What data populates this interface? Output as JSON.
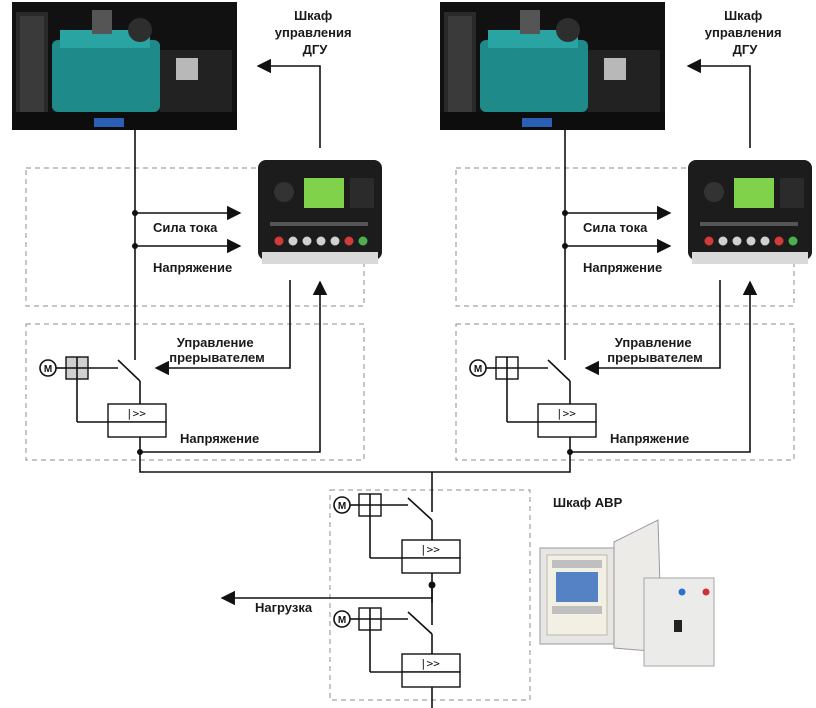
{
  "labels": {
    "dgu_cabinet_left": [
      "Шкаф",
      "управления",
      "ДГУ"
    ],
    "dgu_cabinet_right": [
      "Шкаф",
      "управления",
      "ДГУ"
    ],
    "current_left": "Сила тока",
    "voltage_left_top": "Напряжение",
    "breaker_ctrl_left": [
      "Управление",
      "прерывателем"
    ],
    "voltage_left_bottom": "Напряжение",
    "current_right": "Сила тока",
    "voltage_right_top": "Напряжение",
    "breaker_ctrl_right": [
      "Управление",
      "прерывателем"
    ],
    "voltage_right_bottom": "Напряжение",
    "ats_cabinet": "Шкаф АВР",
    "load": "Нагрузка"
  },
  "symbols": {
    "motor": "M",
    "release": "|>>"
  },
  "colors": {
    "genset_engine": "#1f8a8a",
    "genset_frame": "#1b1b1b",
    "controller_body": "#1c1c1c",
    "controller_screen": "#7fd24a",
    "ats_cabinet_body": "#e6e6e4",
    "ats_plate": "#f2efe4"
  }
}
